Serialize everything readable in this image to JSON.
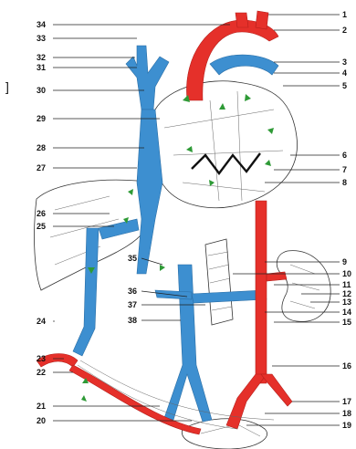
{
  "labels": {
    "left": [
      "34",
      "33",
      "32",
      "31",
      "30",
      "29",
      "28",
      "27",
      "26",
      "25",
      "24",
      "23",
      "22",
      "21",
      "20"
    ],
    "right": [
      "1",
      "2",
      "3",
      "4",
      "5",
      "6",
      "7",
      "8",
      "9",
      "10",
      "11",
      "12",
      "13",
      "14",
      "15",
      "16",
      "17",
      "18",
      "19"
    ],
    "inner": [
      "35",
      "36",
      "37",
      "38"
    ]
  },
  "side_mark": "]",
  "colors": {
    "vein": "#3d8fd0",
    "artery": "#e5302a",
    "flow_arrow": "#2e9a36"
  }
}
